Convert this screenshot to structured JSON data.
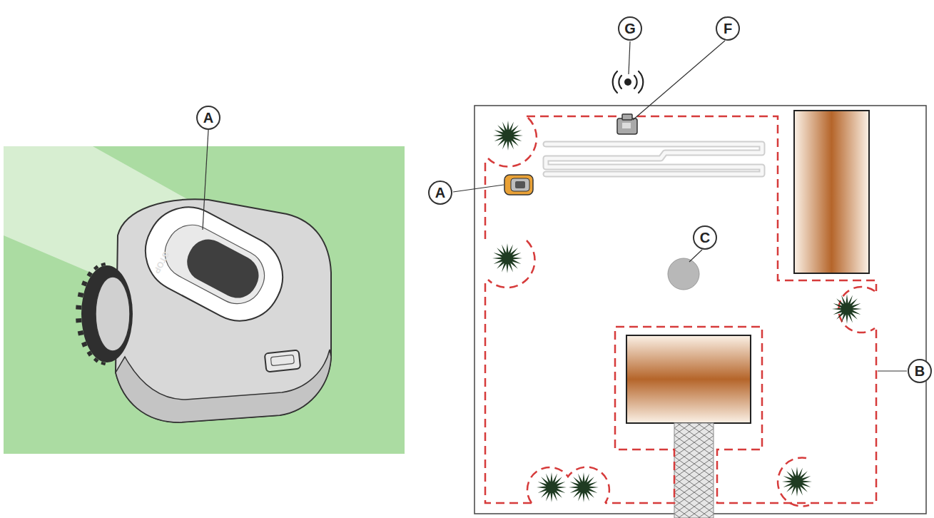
{
  "diagram": {
    "labels": [
      "A",
      "STOP",
      "G",
      "F",
      "A",
      "C",
      "B"
    ]
  }
}
